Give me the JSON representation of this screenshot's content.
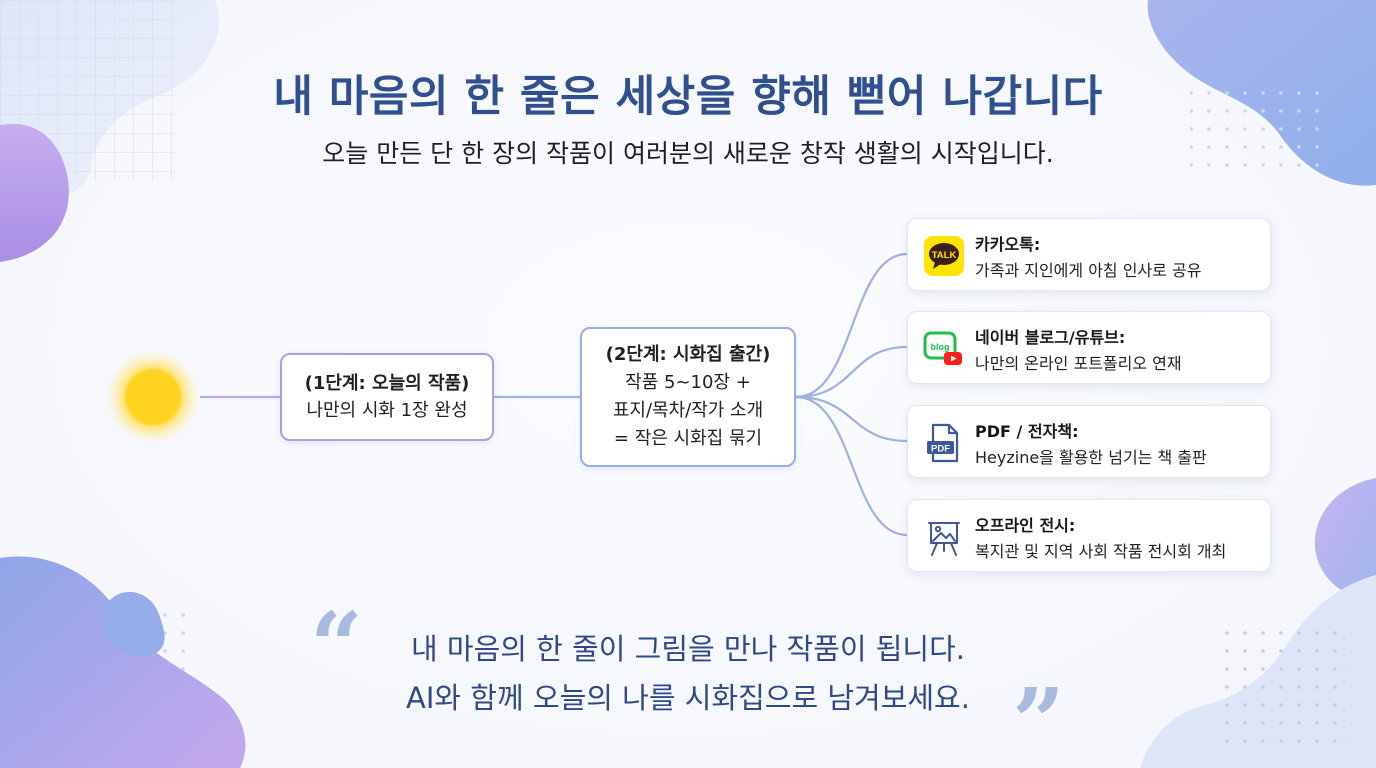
{
  "header": {
    "title": "내 마음의 한 줄은 세상을 향해 뻗어 나갑니다",
    "subtitle": "오늘 만든 단 한 장의 작품이 여러분의 새로운 창작 생활의 시작입니다."
  },
  "flow": {
    "step1": {
      "head": "(1단계: 오늘의 작품)",
      "line1": "나만의 시화 1장 완성"
    },
    "step2": {
      "head": "(2단계: 시화집 출간)",
      "line1": "작품 5~10장 +",
      "line2": "표지/목차/작가 소개",
      "line3": "= 작은 시화집 묶기"
    }
  },
  "channels": [
    {
      "title": "카카오톡:",
      "desc": "가족과 지인에게 아침 인사로 공유",
      "icon": "kakaotalk-icon",
      "icon_text": "TALK"
    },
    {
      "title": "네이버 블로그/유튜브:",
      "desc": "나만의 온라인 포트폴리오 연재",
      "icon": "blog-youtube-icon",
      "icon_text": "blog"
    },
    {
      "title": "PDF / 전자책:",
      "desc": "Heyzine을 활용한 넘기는 책 출판",
      "icon": "pdf-file-icon",
      "icon_text": "PDF"
    },
    {
      "title": "오프라인 전시:",
      "desc": "복지관 및 지역 사회 작품 전시회 개최",
      "icon": "easel-exhibition-icon"
    }
  ],
  "quote": {
    "line1": "내 마음의 한 줄이 그림을 만나 작품이 됩니다.",
    "line2": "AI와 함께 오늘의 나를 시화집으로 남겨보세요.",
    "open_mark": "“",
    "close_mark": "”"
  },
  "colors": {
    "title": "#2f4f8f",
    "step1_border": "#b39be0",
    "step2_border": "#92b0e3",
    "connector_purple": "#b9a7e6",
    "connector_blue": "#9cb2e0",
    "sun": "#ffcc1a",
    "kakao_yellow": "#fee500",
    "blob_purple": "#b79ae8",
    "blob_blue": "#86a8e6"
  }
}
